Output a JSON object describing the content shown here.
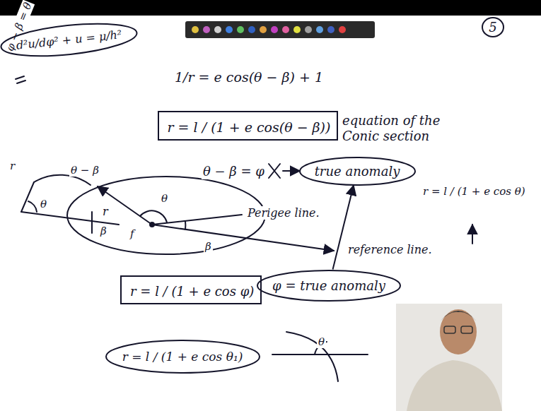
{
  "diagram": {
    "nodes": [
      {
        "text": [
          "5"
        ]
      },
      {
        "text": [
          "d²u/dφ² + u = μ/h²"
        ]
      },
      {
        "text": [
          "r = l / (1 + e cos(θ − β))"
        ]
      },
      {
        "text": [
          "true anomaly"
        ]
      },
      {
        "text": [
          "φ = true anomaly"
        ]
      },
      {
        "text": [
          "r = l / (1 + e cos φ)"
        ]
      },
      {
        "text": [
          "r = l / (1 + e cos θ₁)"
        ]
      }
    ],
    "edges": [
      {
        "from": 4,
        "to": 3,
        "arrow": "to"
      }
    ],
    "labels": [
      "φ − β = θ",
      "1/r = e cos(θ − β) + 1",
      "equation of the Conic section",
      "θ − β = φ",
      "r = l / (1 + e cos θ)",
      "r",
      "θ",
      "β",
      "f",
      "Perigee line.",
      "reference line.",
      "r",
      "θ − β",
      "θ",
      "β",
      "θ"
    ]
  }
}
